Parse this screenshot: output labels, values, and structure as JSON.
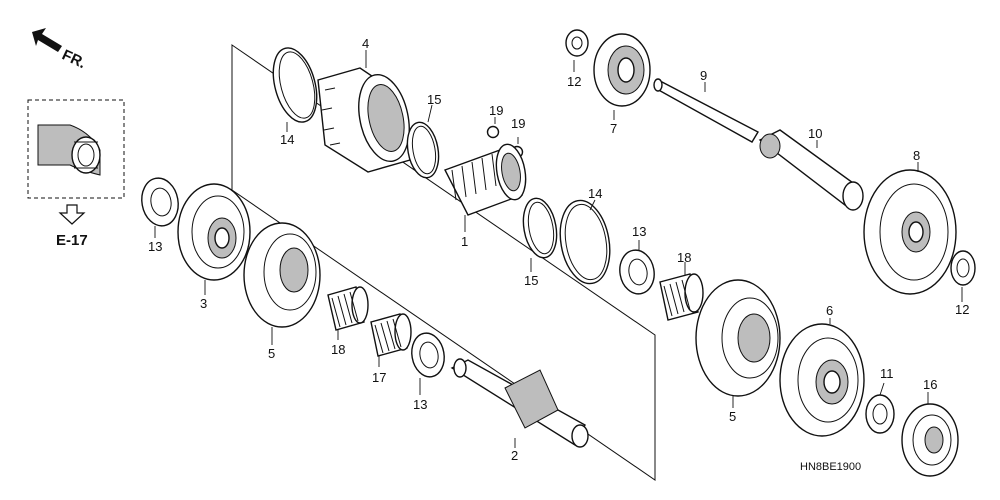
{
  "front_indicator": {
    "text": "FR."
  },
  "reference": {
    "label": "E-17"
  },
  "diagram_code": "HN8BE1900",
  "callouts": [
    {
      "id": "c1",
      "text": "1"
    },
    {
      "id": "c2",
      "text": "2"
    },
    {
      "id": "c3",
      "text": "3"
    },
    {
      "id": "c4",
      "text": "4"
    },
    {
      "id": "c5a",
      "text": "5"
    },
    {
      "id": "c5b",
      "text": "5"
    },
    {
      "id": "c6",
      "text": "6"
    },
    {
      "id": "c7",
      "text": "7"
    },
    {
      "id": "c8",
      "text": "8"
    },
    {
      "id": "c9",
      "text": "9"
    },
    {
      "id": "c10",
      "text": "10"
    },
    {
      "id": "c11",
      "text": "11"
    },
    {
      "id": "c12a",
      "text": "12"
    },
    {
      "id": "c12b",
      "text": "12"
    },
    {
      "id": "c13a",
      "text": "13"
    },
    {
      "id": "c13b",
      "text": "13"
    },
    {
      "id": "c13c",
      "text": "13"
    },
    {
      "id": "c14a",
      "text": "14"
    },
    {
      "id": "c14b",
      "text": "14"
    },
    {
      "id": "c15a",
      "text": "15"
    },
    {
      "id": "c15b",
      "text": "15"
    },
    {
      "id": "c16",
      "text": "16"
    },
    {
      "id": "c17",
      "text": "17"
    },
    {
      "id": "c18a",
      "text": "18"
    },
    {
      "id": "c18b",
      "text": "18"
    },
    {
      "id": "c19a",
      "text": "19"
    },
    {
      "id": "c19b",
      "text": "19"
    }
  ]
}
